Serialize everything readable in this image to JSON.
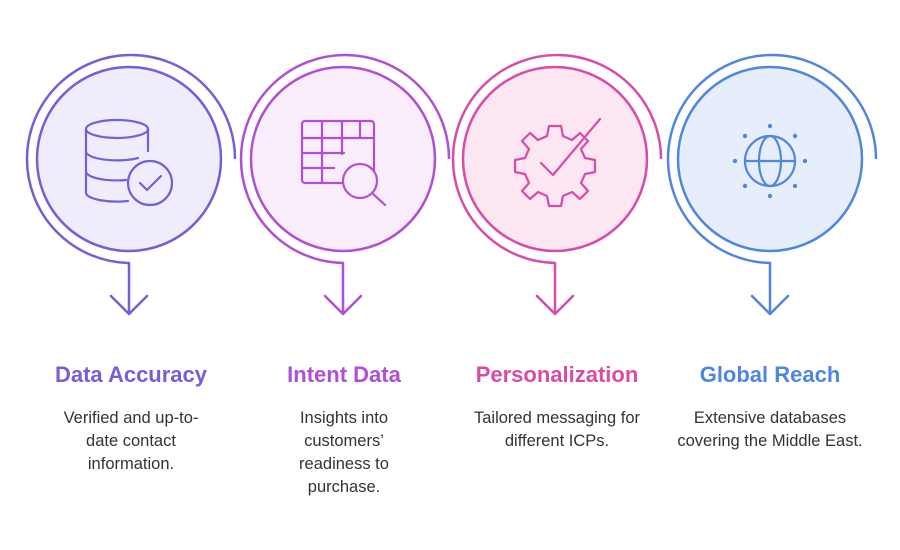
{
  "steps": [
    {
      "title": "Data Accuracy",
      "description": "Verified and up-to-date contact information.",
      "color": "#7a5bd8",
      "icon": "database-check-icon"
    },
    {
      "title": "Intent Data",
      "description": "Insights into customers’ readiness to purchase.",
      "color": "#b04fd6",
      "icon": "table-search-icon"
    },
    {
      "title": "Personalization",
      "description": "Tailored messaging for different ICPs.",
      "color": "#d84ba8",
      "icon": "gear-check-icon"
    },
    {
      "title": "Global Reach",
      "description": "Extensive databases covering the Middle East.",
      "color": "#4f86e0",
      "icon": "globe-icon"
    }
  ]
}
